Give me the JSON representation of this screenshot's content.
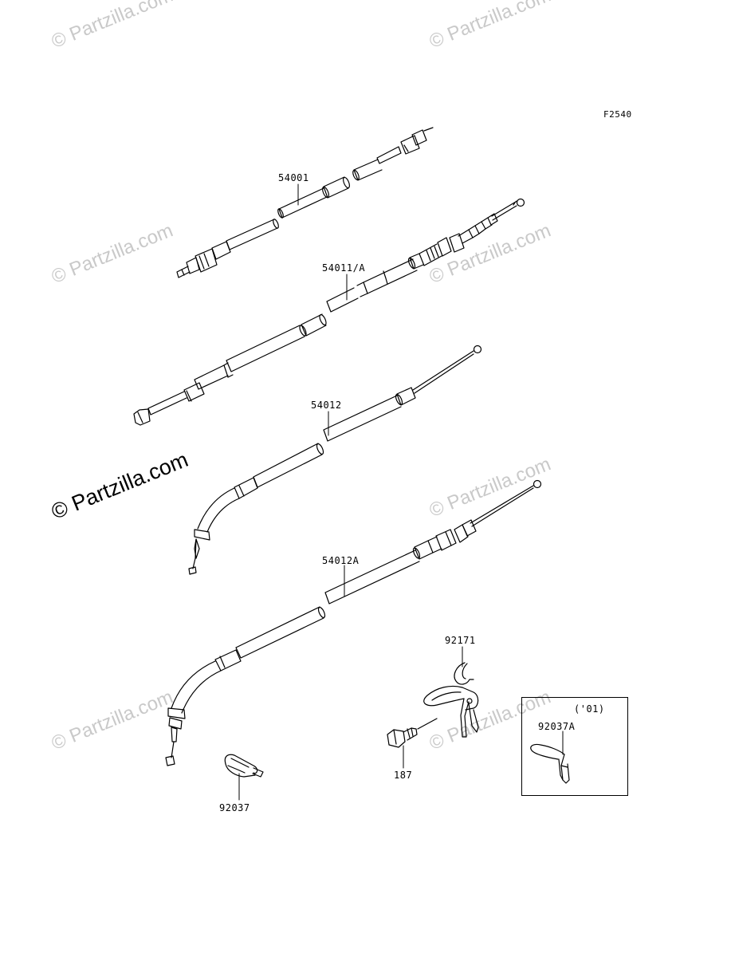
{
  "figure_code": "F2540",
  "watermark": "© Partzilla.com",
  "parts": {
    "speedometer_cable": "54001",
    "clutch_cable": "54011/A",
    "throttle_cable_open": "54012",
    "throttle_cable_close": "54012A",
    "clamp": "92037",
    "bracket": "92171",
    "bolt": "187",
    "clamp_variant": "92037A"
  },
  "variant_note": "('01)"
}
